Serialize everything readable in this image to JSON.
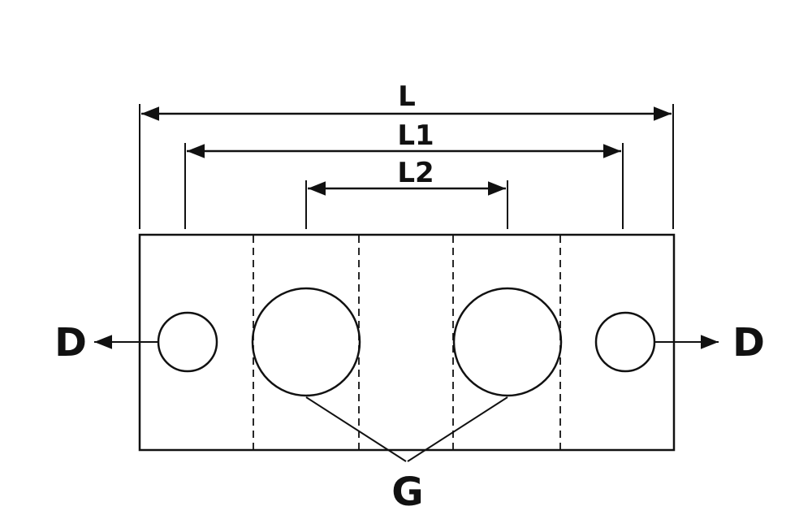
{
  "labels": {
    "overall_length": "L",
    "outer_hole_spacing": "L1",
    "inner_hole_spacing": "L2",
    "left_small_hole": "D",
    "right_small_hole": "D",
    "large_holes": "G"
  },
  "colors": {
    "stroke": "#111111",
    "background": "#ffffff"
  }
}
